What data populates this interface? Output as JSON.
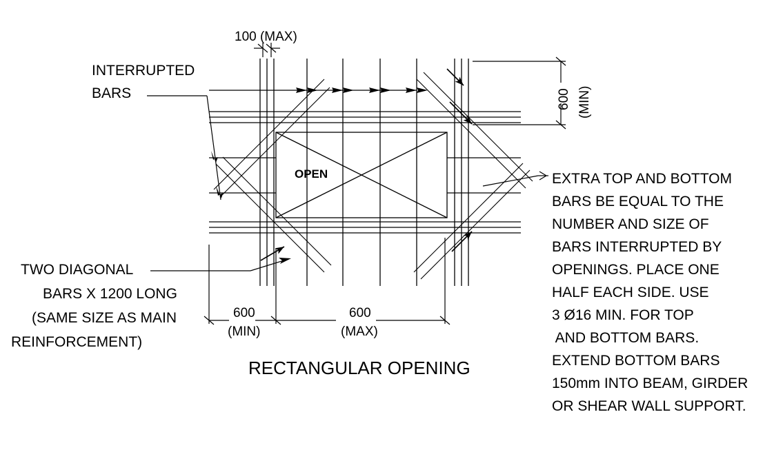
{
  "drawing": {
    "title": "RECTANGULAR OPENING",
    "opening_label": "OPEN",
    "labels": {
      "interrupted_bars_line1": "INTERRUPTED",
      "interrupted_bars_line2": "BARS",
      "diagonal_line1": "TWO DIAGONAL",
      "diagonal_line2": "BARS X 1200 LONG",
      "diagonal_line3": "(SAME SIZE AS MAIN",
      "diagonal_line4": "REINFORCEMENT)"
    },
    "dimensions": {
      "spacing_top": "100 (MAX)",
      "right_vertical_value": "600",
      "right_vertical_qualifier": "(MIN)",
      "bottom_left_value": "600",
      "bottom_left_qualifier": "(MIN)",
      "bottom_right_value": "600",
      "bottom_right_qualifier": "(MAX)"
    },
    "note": {
      "lines": [
        "EXTRA TOP AND BOTTOM",
        "BARS BE EQUAL TO THE",
        "NUMBER AND SIZE OF",
        "BARS INTERRUPTED BY",
        "OPENINGS. PLACE ONE",
        "HALF EACH SIDE. USE",
        "3 Ø16 MIN. FOR TOP",
        " AND BOTTOM BARS.",
        "EXTEND BOTTOM BARS",
        "150mm INTO BEAM, GIRDER",
        "OR SHEAR WALL SUPPORT."
      ]
    },
    "colors": {
      "line": "#000000",
      "background": "#ffffff"
    }
  }
}
